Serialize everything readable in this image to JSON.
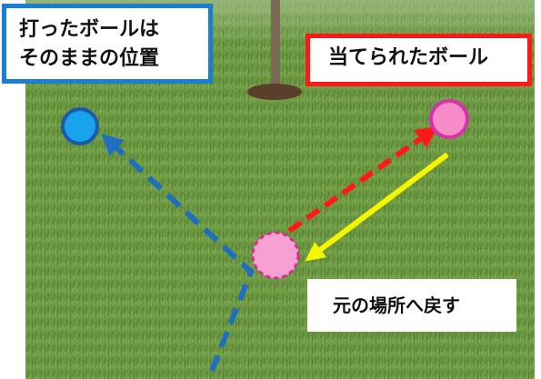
{
  "colors": {
    "grass": "#6e9a45",
    "dash_blue": "#1f6fc0",
    "arrow_red": "#ff1a1a",
    "arrow_yellow": "#f5f500",
    "ball_blue": "#19a3ec",
    "ball_pink": "#f58cc8",
    "box_blue_border": "#1a7fd0",
    "box_red_border": "#ff1a1a"
  },
  "labels": {
    "hit_ball_line1": "打ったボールは",
    "hit_ball_line2": "そのままの位置",
    "struck_ball": "当てられたボール",
    "return_spot": "元の場所へ戻す"
  },
  "icons": {
    "hit_ball": "blue-ball-icon",
    "struck_ball_moved": "pink-ball-icon",
    "struck_ball_original": "dashed-pink-ball-icon"
  }
}
